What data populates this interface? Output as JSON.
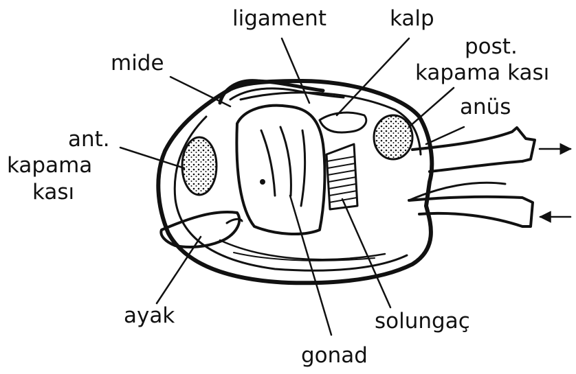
{
  "labels": {
    "ligament": "ligament",
    "kalp": "kalp",
    "mide": "mide",
    "post_line1": "post.",
    "post_line2": "kapama kası",
    "anus": "anüs",
    "ant_line1": "ant.",
    "ant_line2": "kapama",
    "ant_line3": "kası",
    "ayak": "ayak",
    "solungac": "solungaç",
    "gonad": "gonad"
  },
  "colors": {
    "ink": "#111111",
    "background": "#ffffff"
  }
}
